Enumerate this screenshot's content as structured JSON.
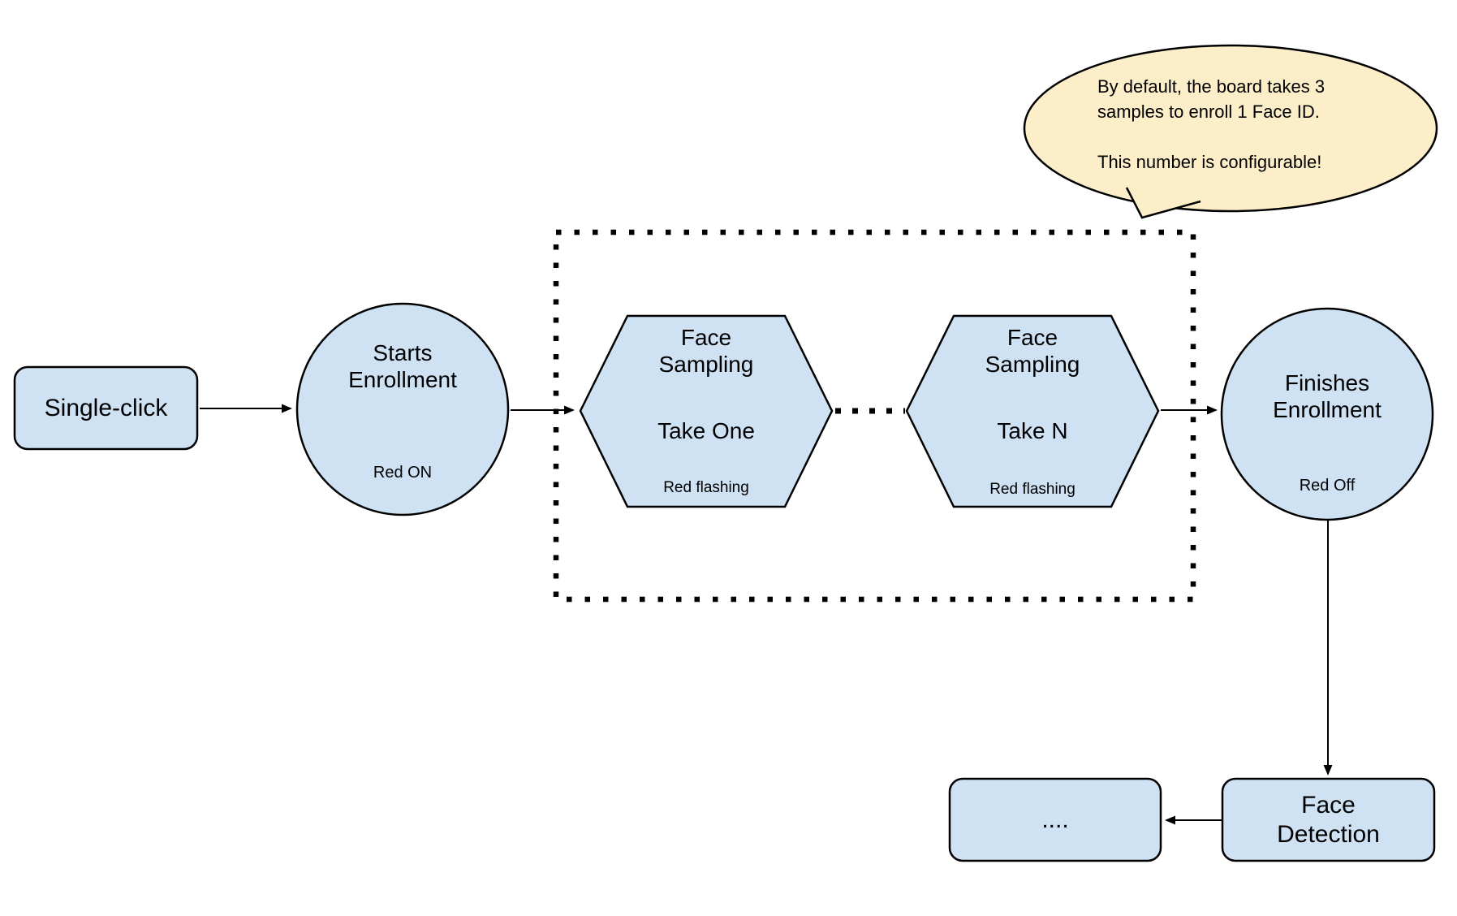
{
  "colors": {
    "background": "#ffffff",
    "node_fill": "#cfe2f3",
    "node_border": "#000000",
    "bubble_fill": "#fbeec9",
    "bubble_border": "#000000",
    "arrow": "#000000",
    "text": "#000000"
  },
  "nodes": {
    "single_click": {
      "label": "Single-click"
    },
    "starts_enrollment": {
      "label_line1": "Starts",
      "label_line2": "Enrollment",
      "sublabel": "Red ON"
    },
    "face_sampling_one": {
      "label_line1": "Face",
      "label_line2": "Sampling",
      "take_label": "Take One",
      "sublabel": "Red flashing"
    },
    "face_sampling_n": {
      "label_line1": "Face",
      "label_line2": "Sampling",
      "take_label": "Take N",
      "sublabel": "Red flashing"
    },
    "finishes_enrollment": {
      "label_line1": "Finishes",
      "label_line2": "Enrollment",
      "sublabel": "Red Off"
    },
    "face_detection": {
      "label_line1": "Face",
      "label_line2": "Detection"
    },
    "continuation": {
      "label": "...."
    }
  },
  "speech_bubble": {
    "lines": [
      "By default, the board takes 3",
      "samples to enroll 1 Face ID.",
      "",
      "This number is configurable!"
    ]
  }
}
